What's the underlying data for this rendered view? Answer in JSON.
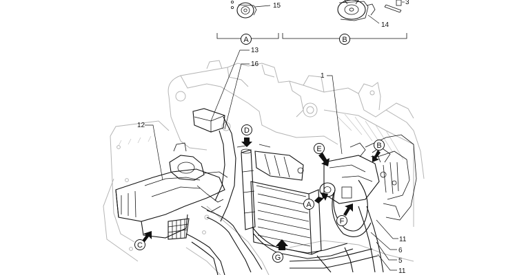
{
  "parts": {
    "p1": "1",
    "p3": "3",
    "p5": "5",
    "p6": "6",
    "p11a": "11",
    "p11b": "11",
    "p12": "12",
    "p13": "13",
    "p14": "14",
    "p15": "15",
    "p16": "16"
  },
  "details": {
    "a": "A",
    "b": "B"
  },
  "arrows": {
    "a": "A",
    "b": "B",
    "c": "C",
    "d": "D",
    "e": "E",
    "f": "F",
    "g": "G"
  }
}
